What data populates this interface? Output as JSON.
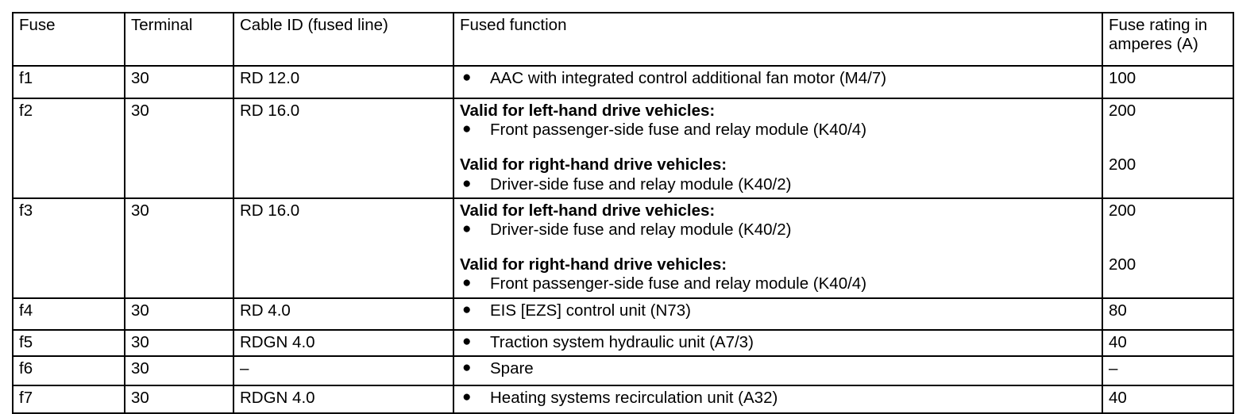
{
  "table": {
    "columns": [
      {
        "key": "fuse",
        "label": "Fuse"
      },
      {
        "key": "terminal",
        "label": "Terminal"
      },
      {
        "key": "cable",
        "label": "Cable ID (fused line)"
      },
      {
        "key": "function",
        "label": "Fused function"
      },
      {
        "key": "rating",
        "label_line1": "Fuse rating in",
        "label_line2": "amperes (A)"
      }
    ],
    "bullet_glyph": "●",
    "rows": [
      {
        "fuse": "f1",
        "terminal": "30",
        "cable": "RD 12.0",
        "groups": [
          {
            "heading": "",
            "items": [
              "AAC with integrated control additional fan motor (M4/7)"
            ]
          }
        ],
        "ratings": [
          "100"
        ]
      },
      {
        "fuse": "f2",
        "terminal": "30",
        "cable": "RD 16.0",
        "groups": [
          {
            "heading": "Valid for left-hand drive vehicles:",
            "items": [
              "Front passenger-side fuse and relay module (K40/4)"
            ]
          },
          {
            "heading": "Valid for right-hand drive vehicles:",
            "items": [
              "Driver-side fuse and relay module (K40/2)"
            ]
          }
        ],
        "ratings": [
          "200",
          "200"
        ]
      },
      {
        "fuse": "f3",
        "terminal": "30",
        "cable": "RD 16.0",
        "groups": [
          {
            "heading": "Valid for left-hand drive vehicles:",
            "items": [
              "Driver-side fuse and relay module (K40/2)"
            ]
          },
          {
            "heading": "Valid for right-hand drive vehicles:",
            "items": [
              "Front passenger-side fuse and relay module (K40/4)"
            ]
          }
        ],
        "ratings": [
          "200",
          "200"
        ]
      },
      {
        "fuse": "f4",
        "terminal": "30",
        "cable": "RD 4.0",
        "groups": [
          {
            "heading": "",
            "items": [
              "EIS [EZS] control unit (N73)"
            ]
          }
        ],
        "ratings": [
          "80"
        ]
      },
      {
        "fuse": "f5",
        "terminal": "30",
        "cable": "RDGN  4.0",
        "groups": [
          {
            "heading": "",
            "items": [
              "Traction system hydraulic unit (A7/3)"
            ]
          }
        ],
        "ratings": [
          "40"
        ]
      },
      {
        "fuse": "f6",
        "terminal": "30",
        "cable": "–",
        "groups": [
          {
            "heading": "",
            "items": [
              "Spare"
            ]
          }
        ],
        "ratings": [
          "–"
        ]
      },
      {
        "fuse": "f7",
        "terminal": "30",
        "cable": "RDGN  4.0",
        "groups": [
          {
            "heading": "",
            "items": [
              "Heating systems recirculation unit (A32)"
            ]
          }
        ],
        "ratings": [
          "40"
        ]
      }
    ]
  },
  "colors": {
    "border": "#000000",
    "text": "#000000",
    "background": "#ffffff"
  }
}
